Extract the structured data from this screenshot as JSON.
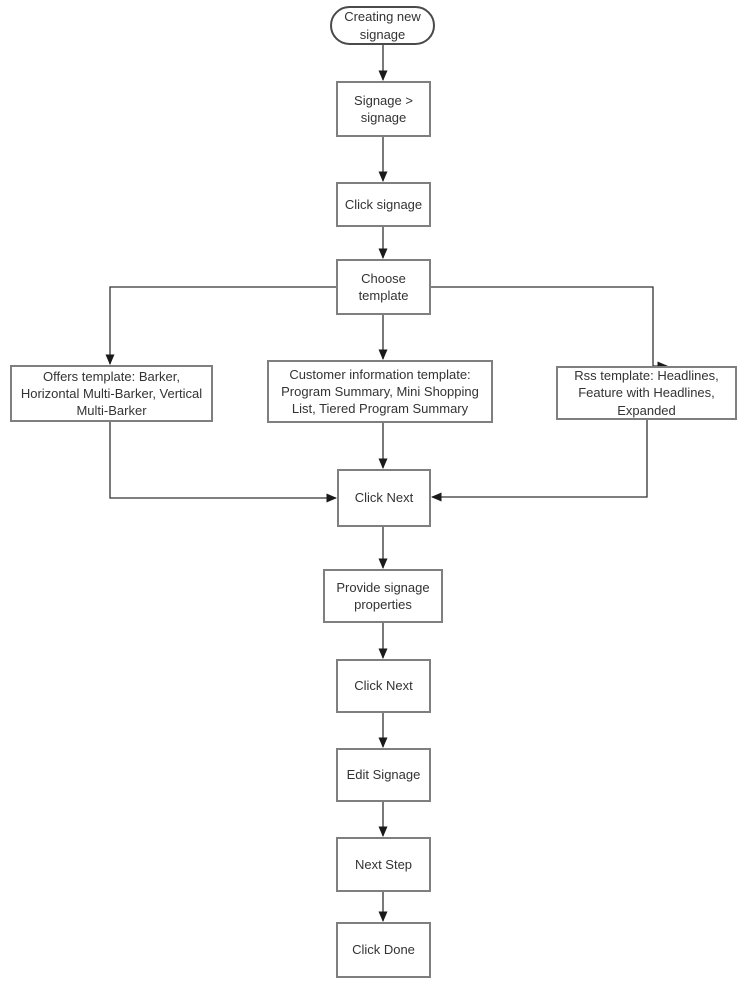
{
  "diagram": {
    "type": "flowchart",
    "colors": {
      "background": "#ffffff",
      "box_border": "#7f7f7f",
      "terminator_border": "#4a4a4a",
      "connector": "#333333",
      "arrowhead": "#1a1a1a",
      "text": "#333333"
    },
    "nodes": {
      "start": {
        "shape": "terminator",
        "label": "Creating new signage"
      },
      "signage_menu": {
        "shape": "process",
        "label": "Signage > signage"
      },
      "click_signage": {
        "shape": "process",
        "label": "Click signage"
      },
      "choose_template": {
        "shape": "process",
        "label": "Choose template"
      },
      "offers_template": {
        "shape": "process",
        "label": "Offers template: Barker, Horizontal Multi-Barker, Vertical Multi-Barker"
      },
      "customer_template": {
        "shape": "process",
        "label": "Customer information template: Program Summary, Mini Shopping List, Tiered Program Summary"
      },
      "rss_template": {
        "shape": "process",
        "label": "Rss template: Headlines, Feature with Headlines, Expanded"
      },
      "click_next_1": {
        "shape": "process",
        "label": "Click Next"
      },
      "provide_properties": {
        "shape": "process",
        "label": "Provide signage properties"
      },
      "click_next_2": {
        "shape": "process",
        "label": "Click Next"
      },
      "edit_signage": {
        "shape": "process",
        "label": "Edit Signage"
      },
      "next_step": {
        "shape": "process",
        "label": "Next Step"
      },
      "click_done": {
        "shape": "process",
        "label": "Click Done"
      }
    },
    "edges": [
      {
        "from": "start",
        "to": "signage_menu"
      },
      {
        "from": "signage_menu",
        "to": "click_signage"
      },
      {
        "from": "click_signage",
        "to": "choose_template"
      },
      {
        "from": "choose_template",
        "to": "offers_template"
      },
      {
        "from": "choose_template",
        "to": "customer_template"
      },
      {
        "from": "choose_template",
        "to": "rss_template"
      },
      {
        "from": "offers_template",
        "to": "click_next_1"
      },
      {
        "from": "customer_template",
        "to": "click_next_1"
      },
      {
        "from": "rss_template",
        "to": "click_next_1"
      },
      {
        "from": "click_next_1",
        "to": "provide_properties"
      },
      {
        "from": "provide_properties",
        "to": "click_next_2"
      },
      {
        "from": "click_next_2",
        "to": "edit_signage"
      },
      {
        "from": "edit_signage",
        "to": "next_step"
      },
      {
        "from": "next_step",
        "to": "click_done"
      }
    ]
  }
}
